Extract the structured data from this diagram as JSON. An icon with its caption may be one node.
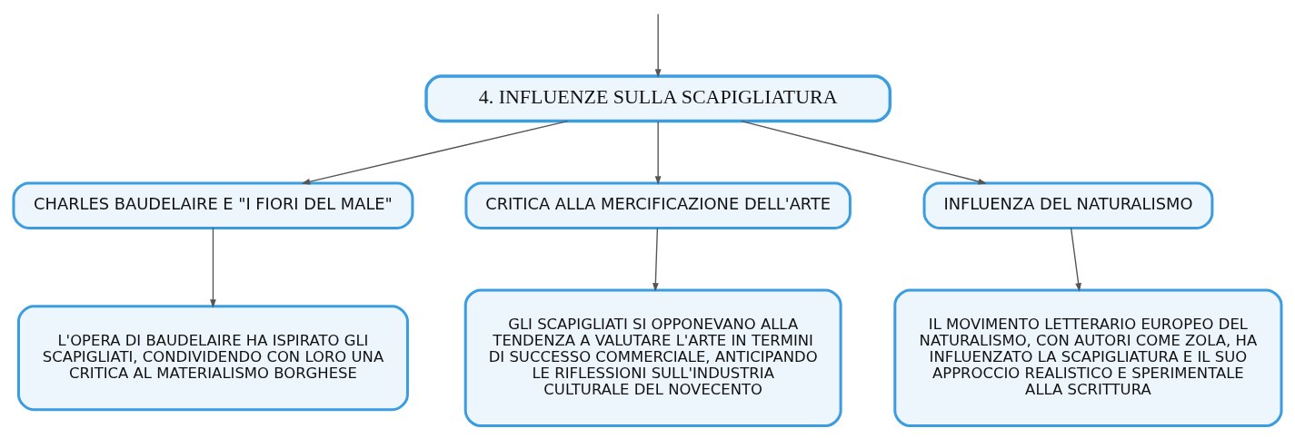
{
  "diagram": {
    "nodes": [
      {
        "text": [
          "4. INFLUENZE SULLA SCAPIGLIATURA"
        ]
      },
      {
        "text": [
          "CHARLES BAUDELAIRE E \"I FIORI DEL MALE\""
        ]
      },
      {
        "text": [
          "CRITICA ALLA MERCIFICAZIONE DELL'ARTE"
        ]
      },
      {
        "text": [
          "INFLUENZA DEL NATURALISMO"
        ]
      },
      {
        "text": [
          "L'OPERA DI BAUDELAIRE HA ISPIRATO GLI SCAPIGLIATI, CONDIVIDENDO CON LORO UNA CRITICA AL MATERIALISMO BORGHESE"
        ]
      },
      {
        "text": [
          "GLI SCAPIGLIATI SI OPPONEVANO ALLA TENDENZA A VALUTARE L'ARTE IN TERMINI DI SUCCESSO COMMERCIALE, ANTICIPANDO LE RIFLESSIONI SULL'INDUSTRIA CULTURALE DEL NOVECENTO"
        ]
      },
      {
        "text": [
          "IL MOVIMENTO LETTERARIO EUROPEO DEL NATURALISMO, CON AUTORI COME ZOLA, HA INFLUENZATO LA SCAPIGLIATURA E IL SUO APPROCCIO REALISTICO E SPERIMENTALE ALLA SCRITTURA"
        ]
      }
    ],
    "edges": [
      {
        "from": null,
        "to": 0,
        "arrow": "to"
      },
      {
        "from": 0,
        "to": 1,
        "arrow": "to"
      },
      {
        "from": 0,
        "to": 2,
        "arrow": "to"
      },
      {
        "from": 0,
        "to": 3,
        "arrow": "to"
      },
      {
        "from": 1,
        "to": 4,
        "arrow": "to"
      },
      {
        "from": 2,
        "to": 5,
        "arrow": "to"
      },
      {
        "from": 3,
        "to": 6,
        "arrow": "to"
      }
    ]
  }
}
